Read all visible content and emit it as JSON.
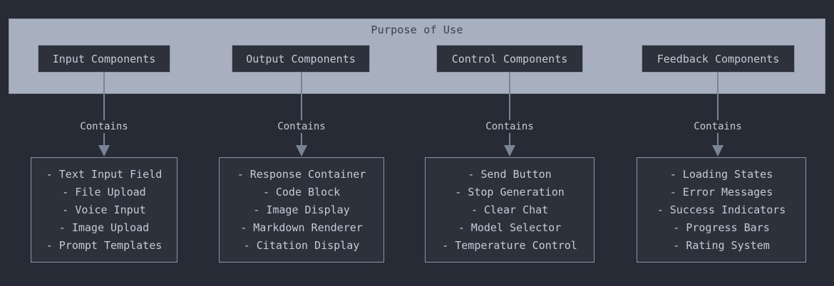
{
  "diagram": {
    "type": "flowchart",
    "background_color": "#262b35",
    "subgraph": {
      "title": "Purpose of Use",
      "fill_color": "#a8b0c0",
      "border_color": "#8b94a6"
    },
    "node_fill_color": "#2c313c",
    "node_text_color": "#c5cbd6",
    "edge_color": "#7b8496",
    "edge_label": "Contains",
    "groups": [
      {
        "id": "input",
        "title": "Input Components",
        "edge_label": "Contains",
        "items": [
          "- Text Input Field",
          "- File Upload",
          "- Voice Input",
          "- Image Upload",
          "- Prompt Templates"
        ]
      },
      {
        "id": "output",
        "title": "Output Components",
        "edge_label": "Contains",
        "items": [
          "- Response Container",
          "- Code Block",
          "- Image Display",
          "- Markdown Renderer",
          "- Citation Display"
        ]
      },
      {
        "id": "control",
        "title": "Control Components",
        "edge_label": "Contains",
        "items": [
          "- Send Button",
          "- Stop Generation",
          "- Clear Chat",
          "- Model Selector",
          "- Temperature Control"
        ]
      },
      {
        "id": "feedback",
        "title": "Feedback Components",
        "edge_label": "Contains",
        "items": [
          "- Loading States",
          "- Error Messages",
          "- Success Indicators",
          "- Progress Bars",
          "- Rating System"
        ]
      }
    ]
  }
}
